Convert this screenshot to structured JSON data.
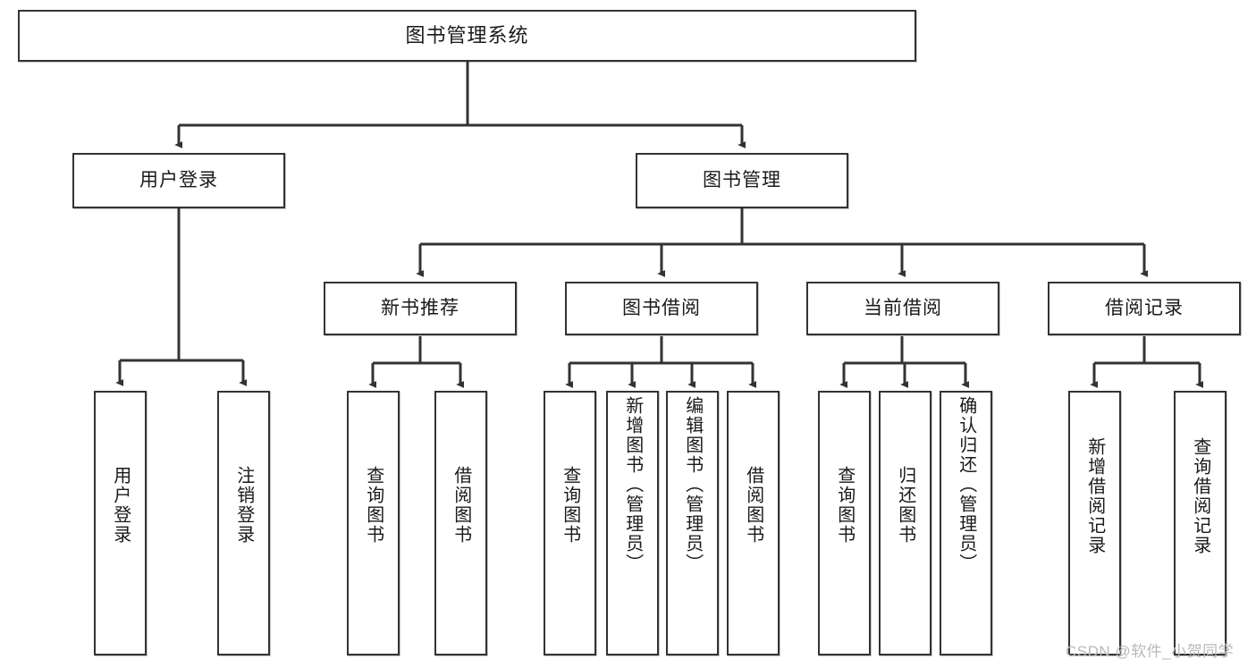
{
  "diagram": {
    "title": "图书管理系统",
    "type": "tree",
    "nodes": {
      "root": {
        "label": "图书管理系统"
      },
      "level2": [
        {
          "id": "user-login",
          "label": "用户登录"
        },
        {
          "id": "book-management",
          "label": "图书管理"
        }
      ],
      "level3": [
        {
          "id": "new-book-recommend",
          "label": "新书推荐",
          "parent": "book-management"
        },
        {
          "id": "book-borrow",
          "label": "图书借阅",
          "parent": "book-management"
        },
        {
          "id": "current-borrow",
          "label": "当前借阅",
          "parent": "book-management"
        },
        {
          "id": "borrow-record",
          "label": "借阅记录",
          "parent": "book-management"
        }
      ],
      "leaves": [
        {
          "id": "leaf-user-login",
          "label": "用户登录",
          "parent": "user-login"
        },
        {
          "id": "leaf-logout",
          "label": "注销登录",
          "parent": "user-login"
        },
        {
          "id": "leaf-query-book-1",
          "label": "查询图书",
          "parent": "new-book-recommend"
        },
        {
          "id": "leaf-borrow-book-1",
          "label": "借阅图书",
          "parent": "new-book-recommend"
        },
        {
          "id": "leaf-query-book-2",
          "label": "查询图书",
          "parent": "book-borrow"
        },
        {
          "id": "leaf-add-book",
          "label": "新增图书（管理员）",
          "parent": "book-borrow"
        },
        {
          "id": "leaf-edit-book",
          "label": "编辑图书（管理员）",
          "parent": "book-borrow"
        },
        {
          "id": "leaf-borrow-book-2",
          "label": "借阅图书",
          "parent": "book-borrow"
        },
        {
          "id": "leaf-query-book-3",
          "label": "查询图书",
          "parent": "current-borrow"
        },
        {
          "id": "leaf-return-book",
          "label": "归还图书",
          "parent": "current-borrow"
        },
        {
          "id": "leaf-confirm-return",
          "label": "确认归还（管理员）",
          "parent": "current-borrow"
        },
        {
          "id": "leaf-add-record",
          "label": "新增借阅记录",
          "parent": "borrow-record"
        },
        {
          "id": "leaf-query-record",
          "label": "查询借阅记录",
          "parent": "borrow-record"
        }
      ]
    },
    "colors": {
      "stroke": "#333333",
      "fill": "#ffffff",
      "text": "#1a1a1a",
      "watermark": "#b9b9b9"
    }
  },
  "watermark": {
    "text": "CSDN @软件_小贺同学"
  }
}
